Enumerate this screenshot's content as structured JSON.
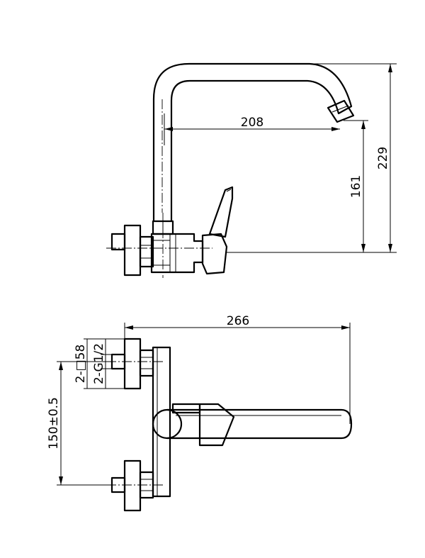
{
  "dimensions": {
    "spout_reach": "208",
    "spout_height": "161",
    "total_height": "229",
    "total_length": "266",
    "inlet_square": "2-□58",
    "inlet_thread": "2-G1/2",
    "inlet_spacing": "150±0.5"
  }
}
